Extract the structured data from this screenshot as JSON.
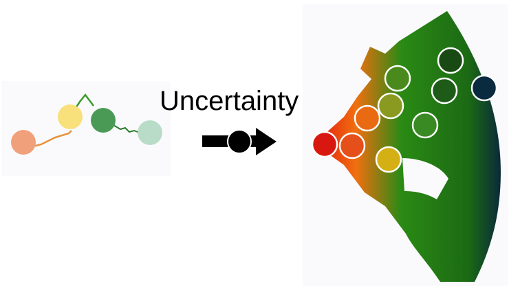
{
  "caption": "Uncertainty",
  "left_panel": {
    "markers": [
      {
        "name": "marker-1",
        "color": "#f0a07a"
      },
      {
        "name": "marker-2",
        "color": "#f8e07a"
      },
      {
        "name": "marker-3",
        "color": "#4a9a55"
      },
      {
        "name": "marker-4",
        "color": "#b8dcc8"
      }
    ],
    "trace_colors": [
      "#e8913c",
      "#3a9a2a",
      "#2a7a2a"
    ]
  },
  "arrow": {
    "color": "#000000",
    "dot_color": "#000000"
  },
  "right_panel": {
    "gradient_colors": [
      "#e52010",
      "#f07010",
      "#2a8a14",
      "#1c6a14",
      "#0a2a3a"
    ],
    "markers": [
      {
        "name": "red-marker",
        "color": "#d81810"
      },
      {
        "name": "orange-red-marker",
        "color": "#e5501a"
      },
      {
        "name": "orange-marker",
        "color": "#ea6a12"
      },
      {
        "name": "olive-marker",
        "color": "#8a9a20"
      },
      {
        "name": "green-marker-a",
        "color": "#4a8a1c"
      },
      {
        "name": "gold-marker",
        "color": "#d4b014"
      },
      {
        "name": "green-marker-b",
        "color": "#3a8a24"
      },
      {
        "name": "dark-green-marker-a",
        "color": "#1e5a18"
      },
      {
        "name": "dark-green-marker-b",
        "color": "#1a4a14"
      },
      {
        "name": "navy-marker",
        "color": "#0a2a40"
      }
    ]
  }
}
